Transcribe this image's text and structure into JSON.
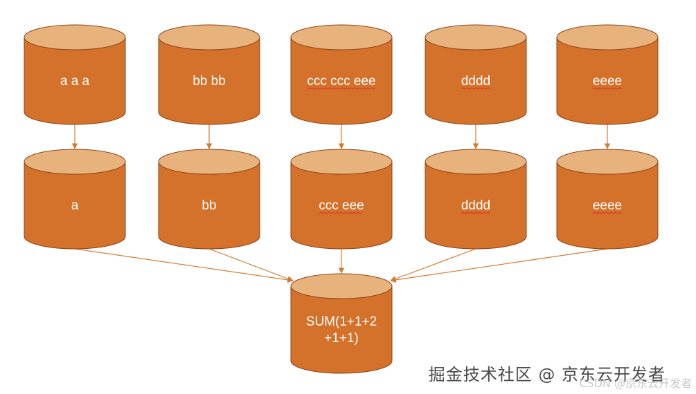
{
  "diagram": {
    "colors": {
      "body": "#d4712a",
      "top": "#e8b27d",
      "stroke": "#8b4516",
      "arrow": "#d57a32",
      "label": "#ffffff"
    },
    "nodes": [
      {
        "id": "in1",
        "label": [
          "a a a"
        ],
        "underline": [
          false
        ]
      },
      {
        "id": "in2",
        "label": [
          "bb bb"
        ],
        "underline": [
          false
        ]
      },
      {
        "id": "in3",
        "label": [
          "ccc ccc eee"
        ],
        "underline": [
          true
        ]
      },
      {
        "id": "in4",
        "label": [
          "dddd"
        ],
        "underline": [
          true
        ]
      },
      {
        "id": "in5",
        "label": [
          "eeee"
        ],
        "underline": [
          true
        ]
      },
      {
        "id": "mid1",
        "label": [
          "a"
        ],
        "underline": [
          false
        ]
      },
      {
        "id": "mid2",
        "label": [
          "bb"
        ],
        "underline": [
          false
        ]
      },
      {
        "id": "mid3",
        "label": [
          "ccc eee"
        ],
        "underline": [
          true
        ]
      },
      {
        "id": "mid4",
        "label": [
          "dddd"
        ],
        "underline": [
          true
        ]
      },
      {
        "id": "mid5",
        "label": [
          "eeee"
        ],
        "underline": [
          true
        ]
      },
      {
        "id": "sum",
        "label": [
          "SUM(1+1+2",
          "+1+1)"
        ],
        "underline": [
          false,
          false
        ]
      }
    ],
    "edges": [
      [
        "in1",
        "mid1"
      ],
      [
        "in2",
        "mid2"
      ],
      [
        "in3",
        "mid3"
      ],
      [
        "in4",
        "mid4"
      ],
      [
        "in5",
        "mid5"
      ],
      [
        "mid1",
        "sum"
      ],
      [
        "mid2",
        "sum"
      ],
      [
        "mid3",
        "sum"
      ],
      [
        "mid4",
        "sum"
      ],
      [
        "mid5",
        "sum"
      ]
    ]
  },
  "watermark": {
    "main": "掘金技术社区 @ 京东云开发者",
    "sub": "CSDN @京东云开发者"
  }
}
